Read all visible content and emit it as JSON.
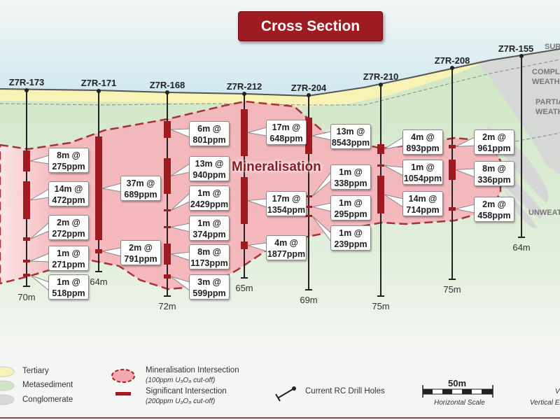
{
  "title": "Cross Section",
  "mineralisation_label": "Mineralisation",
  "zones": {
    "surface": "SURFA",
    "complete": [
      "COMPLE",
      "WEATH"
    ],
    "partial": [
      "PARTIA",
      "WEATH"
    ],
    "unweathered": "UNWEAT"
  },
  "holes": [
    {
      "name": "Z7R-173",
      "depth": "70m",
      "intersections": [
        [
          "8m @",
          "275ppm"
        ],
        [
          "14m @",
          "472ppm"
        ],
        [
          "2m @",
          "272ppm"
        ],
        [
          "1m @",
          "271ppm"
        ],
        [
          "1m @",
          "518ppm"
        ]
      ]
    },
    {
      "name": "Z7R-171",
      "depth": "64m",
      "intersections": [
        [
          "37m @",
          "689ppm"
        ],
        [
          "2m @",
          "791ppm"
        ]
      ]
    },
    {
      "name": "Z7R-168",
      "depth": "72m",
      "intersections": [
        [
          "6m @",
          "801ppm"
        ],
        [
          "13m @",
          "940ppm"
        ],
        [
          "1m @",
          "2429ppm"
        ],
        [
          "1m @",
          "374ppm"
        ],
        [
          "8m @",
          "1173ppm"
        ],
        [
          "3m @",
          "599ppm"
        ]
      ]
    },
    {
      "name": "Z7R-212",
      "depth": "65m",
      "intersections": [
        [
          "17m @",
          "648ppm"
        ],
        [
          "17m @",
          "1354ppm"
        ],
        [
          "4m @",
          "1877ppm"
        ]
      ]
    },
    {
      "name": "Z7R-204",
      "depth": "69m",
      "intersections": [
        [
          "13m @",
          "8543ppm"
        ],
        [
          "1m @",
          "338ppm"
        ],
        [
          "1m @",
          "295ppm"
        ],
        [
          "1m @",
          "239ppm"
        ]
      ]
    },
    {
      "name": "Z7R-210",
      "depth": "75m",
      "intersections": [
        [
          "4m @",
          "893ppm"
        ],
        [
          "1m @",
          "1054ppm"
        ],
        [
          "14m @",
          "714ppm"
        ]
      ]
    },
    {
      "name": "Z7R-208",
      "depth": "75m",
      "intersections": [
        [
          "2m @",
          "961ppm"
        ],
        [
          "8m @",
          "336ppm"
        ],
        [
          "2m @",
          "458ppm"
        ]
      ]
    },
    {
      "name": "Z7R-155",
      "depth": "64m",
      "intersections": []
    }
  ],
  "legend": {
    "tertiary": "Tertiary",
    "metasediment": "Metasediment",
    "conglomerate": "Conglomerate",
    "mineralisation": "Mineralisation Intersection",
    "mineralisation_sub": "(100ppm U₃O₈ cut-off)",
    "significant": "Significant Intersection",
    "significant_sub": "(200ppm U₃O₈ cut-off)",
    "drill_holes": "Current RC Drill Holes",
    "scale_value": "50m",
    "scale_label": "Horizontal Scale",
    "vertical_label": "V",
    "vertical_sub": "Vertical Ex"
  },
  "colors": {
    "title_bg": "#9e1b22",
    "mineralisation": "#f4a8b0",
    "significant": "#9e1b22",
    "tertiary": "#f7f3b5",
    "metasediment": "#d6e8cc",
    "conglomerate": "#d8d8d8",
    "sky": "#d3e9f2"
  }
}
